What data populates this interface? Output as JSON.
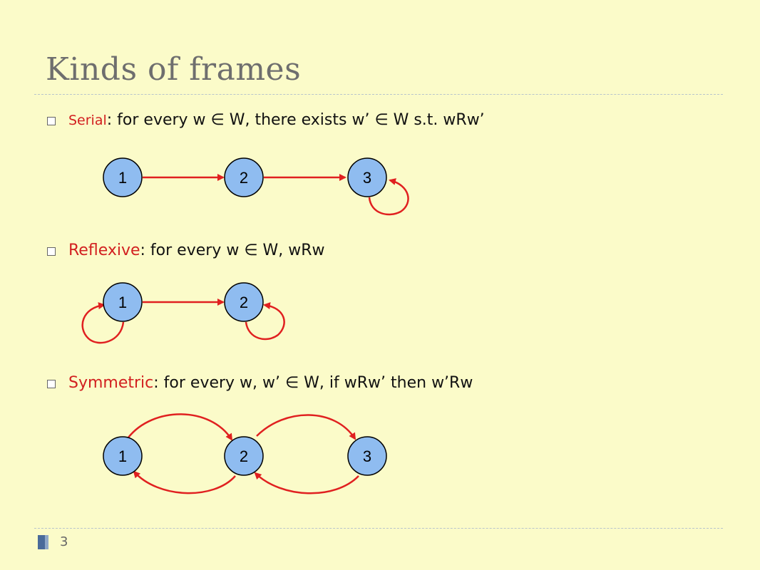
{
  "slide": {
    "title": "Kinds of frames",
    "page_number": "3"
  },
  "bullets": [
    {
      "term": "Serial",
      "text": ": for every w ∈ W, there exists w’ ∈ W s.t. wRw’"
    },
    {
      "term": "Reflexive",
      "text": ": for every w ∈ W, wRw"
    },
    {
      "term": "Symmetric",
      "text": ": for every w, w’ ∈ W, if wRw’ then w’Rw"
    }
  ],
  "colors": {
    "background": "#fbfbc9",
    "node_fill": "#8fbcf0",
    "edge": "#e02020",
    "term": "#d22020"
  },
  "diagrams": {
    "serial": {
      "nodes": [
        "1",
        "2",
        "3"
      ]
    },
    "reflexive": {
      "nodes": [
        "1",
        "2"
      ]
    },
    "symmetric": {
      "nodes": [
        "1",
        "2",
        "3"
      ]
    }
  }
}
